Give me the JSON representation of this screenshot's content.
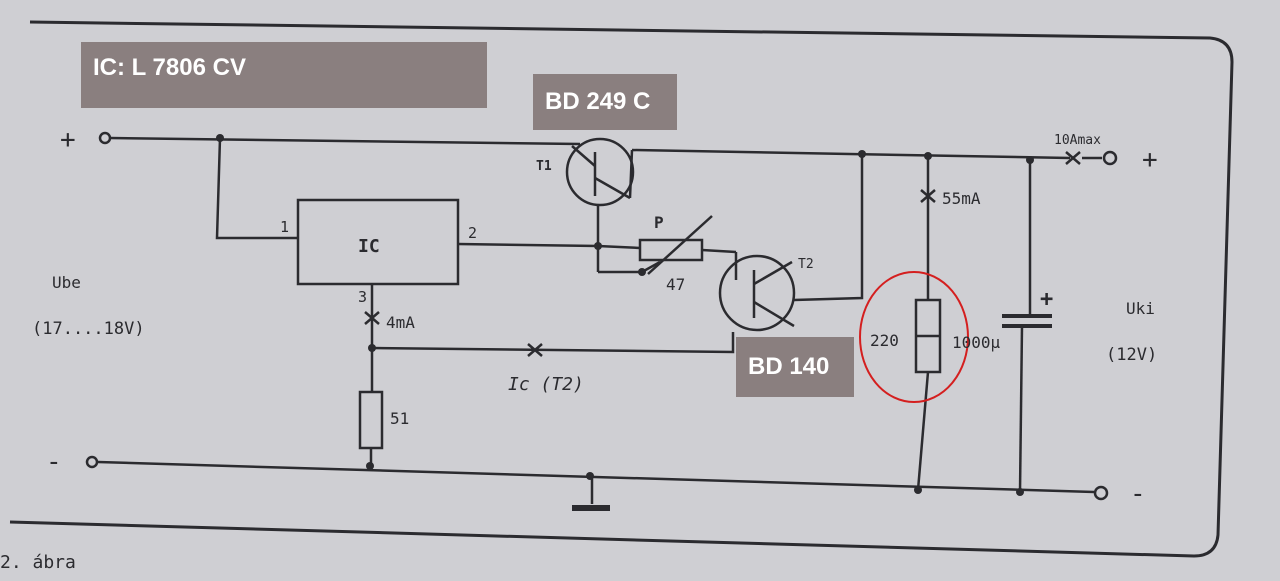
{
  "overlays": {
    "ic_type": "IC: L 7806 CV",
    "t1_type": "BD 249 C",
    "t2_type": "BD 140"
  },
  "labels": {
    "input_plus": "+",
    "input_minus": "-",
    "output_plus": "+",
    "output_minus": "-",
    "u_be": "Ube",
    "input_range": "(17....18V)",
    "u_ki": "Uki",
    "output_voltage": "(12V)",
    "ic": "IC",
    "pin1": "1",
    "pin2": "2",
    "pin3": "3",
    "t1": "T1",
    "t2": "T2",
    "pot_p": "P",
    "pot_value": "47",
    "current_4ma": "4mA",
    "current_ic": "Ic (T2)",
    "resistor_51": "51",
    "current_55ma": "55mA",
    "resistor_220": "220",
    "cap_value": "1000μ",
    "cap_plus": "+",
    "fuse_label": "10Amax",
    "figure_caption": "2. ábra"
  },
  "colors": {
    "paper": "#cfcfd3",
    "ink": "#2b2b2f",
    "highlight": "#d41f1f",
    "overlay_bg": "#8a7f7f"
  }
}
